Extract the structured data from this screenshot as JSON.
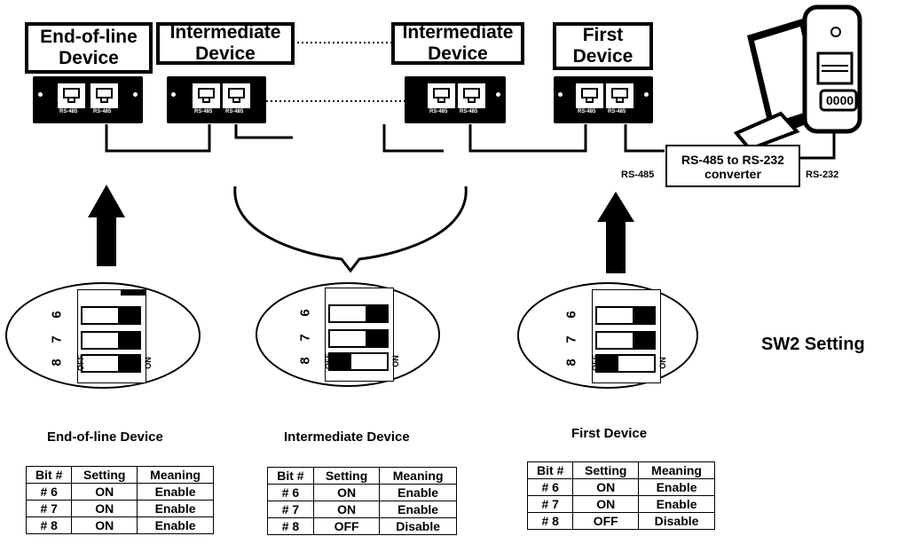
{
  "devices": {
    "end": {
      "line1": "End-of-line",
      "line2": "Device",
      "port1": "RS-485",
      "port2": "RS-485"
    },
    "inter1": {
      "line1": "Intermediate",
      "line2": "Device",
      "port1": "RS-485",
      "port2": "RS-485"
    },
    "inter2": {
      "line1": "Intermediate",
      "line2": "Device",
      "port1": "RS-485",
      "port2": "RS-485"
    },
    "first": {
      "line1": "First",
      "line2": "Device",
      "port1": "RS-485",
      "port2": "RS-485"
    }
  },
  "converter": {
    "line1": "RS-485 to RS-232",
    "line2": "converter",
    "left_label": "RS-485",
    "right_label": "RS-232"
  },
  "computer": {
    "disk_label": "0000",
    "power_symbol": "o"
  },
  "sw2_title": "SW2 Setting",
  "dip_labels": {
    "off": "OFF",
    "on": "ON",
    "bits": [
      "6",
      "7",
      "8"
    ]
  },
  "tables": {
    "headers": [
      "Bit #",
      "Setting",
      "Meaning"
    ],
    "end": {
      "caption": "End-of-line Device",
      "rows": [
        [
          "# 6",
          "ON",
          "Enable"
        ],
        [
          "# 7",
          "ON",
          "Enable"
        ],
        [
          "# 8",
          "ON",
          "Enable"
        ]
      ]
    },
    "inter": {
      "caption": "Intermediate Device",
      "rows": [
        [
          "# 6",
          "ON",
          "Enable"
        ],
        [
          "# 7",
          "ON",
          "Enable"
        ],
        [
          "# 8",
          "OFF",
          "Disable"
        ]
      ]
    },
    "first": {
      "caption": "First Device",
      "rows": [
        [
          "# 6",
          "ON",
          "Enable"
        ],
        [
          "# 7",
          "ON",
          "Enable"
        ],
        [
          "# 8",
          "OFF",
          "Disable"
        ]
      ]
    }
  },
  "dip_states": {
    "end": [
      "ON",
      "ON",
      "ON"
    ],
    "inter": [
      "ON",
      "ON",
      "OFF"
    ],
    "first": [
      "ON",
      "ON",
      "OFF"
    ]
  }
}
